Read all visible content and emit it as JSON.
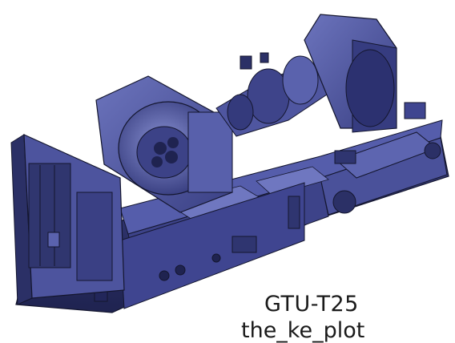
{
  "caption": "GTU-T25",
  "caption_partial": "the_ke_plot",
  "illustration": {
    "subject": "gas-turbine-unit",
    "palette": {
      "main": "#4e56a0",
      "dark": "#262b58",
      "mid": "#6169b4",
      "light": "#8a92d4",
      "outline": "#14162e"
    }
  }
}
